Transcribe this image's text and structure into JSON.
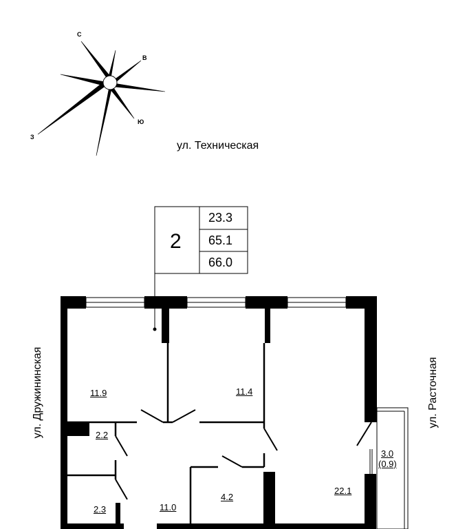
{
  "compass": {
    "north": "С",
    "east": "В",
    "south": "Ю",
    "west": "З"
  },
  "streets": {
    "top": "ул. Техническая",
    "left": "ул. Дружининская",
    "right": "ул. Расточная"
  },
  "apartment": {
    "rooms_count": "2",
    "living_area": "23.3",
    "total_area": "65.1",
    "total_area_with_balcony": "66.0"
  },
  "rooms": {
    "bedroom_left": "11.9",
    "bedroom_middle": "11.4",
    "living_room": "22.1",
    "bathroom_upper": "2.2",
    "bathroom_lower": "2.3",
    "hall": "11.0",
    "closet": "4.2",
    "balcony": "3.0",
    "balcony_reduced": "(0.9)"
  }
}
